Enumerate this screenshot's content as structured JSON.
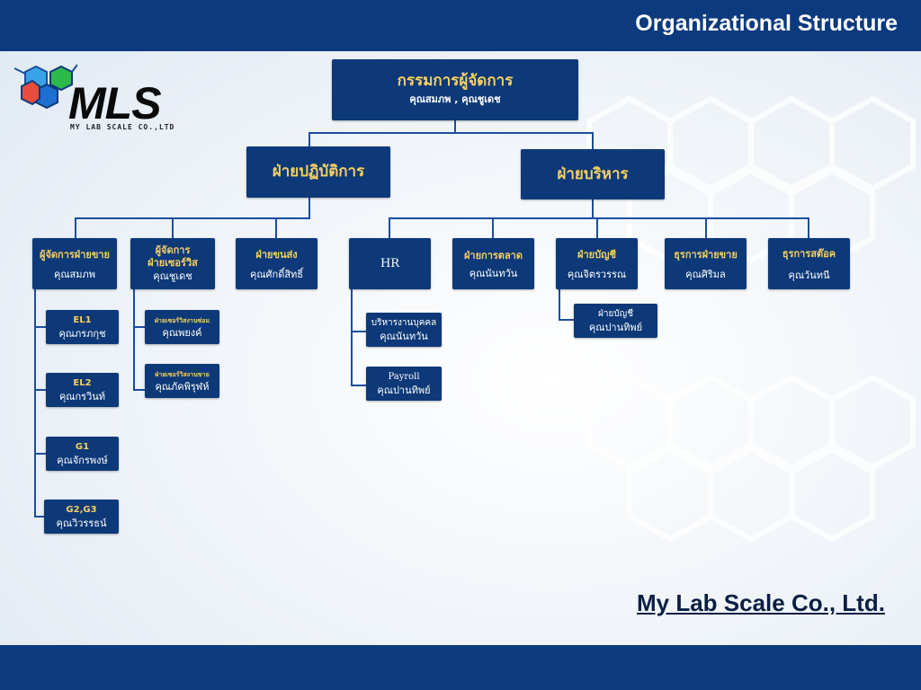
{
  "header": {
    "title": "Organizational  Structure"
  },
  "footer": {
    "company": "My Lab Scale Co., Ltd. "
  },
  "logo": {
    "mark": "MLS",
    "tagline": "MY LAB SCALE CO.,LTD"
  },
  "chart": {
    "top": {
      "role": "กรรมการผู้จัดการ",
      "names": "คุณสมภพ , คุณชูเดช"
    },
    "ops": {
      "role": "ฝ่ายปฏิบัติการ"
    },
    "admin": {
      "role": "ฝ่ายบริหาร"
    },
    "sales_mgr": {
      "role": "ผู้จัดการฝ่ายขาย",
      "name": "คุณสมภพ"
    },
    "service_mgr": {
      "role1": "ผู้จัดการ",
      "role2": "ฝ่ายเซอร์วิส",
      "name": "คุณชูเดช"
    },
    "logistics": {
      "role": "ฝ่ายขนส่ง",
      "name": "คุณศักดิ์สิทธิ์"
    },
    "hr": {
      "role": "HR"
    },
    "marketing": {
      "role": "ฝ่ายการตลาด",
      "name": "คุณนันทวัน"
    },
    "accounting": {
      "role": "ฝ่ายบัญชี",
      "name": "คุณจิตรวรรณ"
    },
    "sales_admin": {
      "role": "ธุรการฝ่ายขาย",
      "name": "คุณศิริมล"
    },
    "stock_admin": {
      "role": "ธุรการสต๊อค",
      "name": "คุณวันทนี"
    },
    "el1": {
      "role": "EL1",
      "name": "คุณภรภกุช"
    },
    "el2": {
      "role": "EL2",
      "name": "คุณกรวินท์"
    },
    "g1": {
      "role": "G1",
      "name": "คุณจักรพงษ์"
    },
    "g23": {
      "role": "G2,G3",
      "name": "คุณวิวรรธน์"
    },
    "repair": {
      "role": "ฝ่ายเซอร์วิสงานซ่อม",
      "name": "คุณพยงค์"
    },
    "service_sales": {
      "role": "ฝ่ายเซอร์วิสงานขาย",
      "name": "คุณภัคพิรุฬห์"
    },
    "personnel": {
      "role": "บริหารงานบุคคล",
      "name": "คุณนันทวัน"
    },
    "payroll": {
      "role": "Payroll",
      "name": "คุณปานทิพย์"
    },
    "acct_staff": {
      "role": "ฝ่ายบัญชี",
      "name": "คุณปานทิพย์"
    }
  },
  "colors": {
    "primary": "#0b3a7e",
    "accent_gold": "#f5d060"
  }
}
